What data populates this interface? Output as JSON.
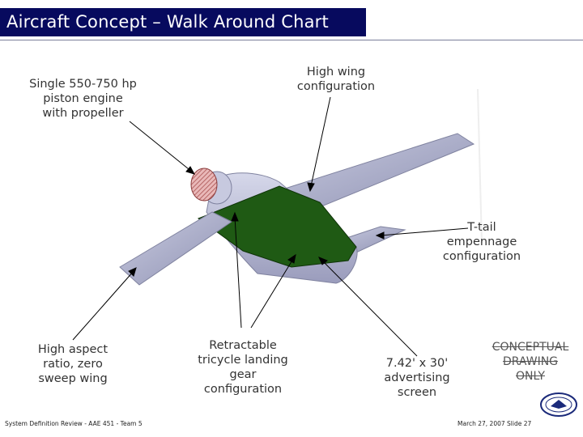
{
  "slide": {
    "title": "Aircraft Concept – Walk Around Chart",
    "stamp": "CONCEPTUAL\nDRAWING\nONLY",
    "footer_left": "System Definition Review - AAE 451 - Team 5",
    "footer_right": "March 27, 2007   Slide 27"
  },
  "callouts": {
    "engine": "Single 550-750 hp\npiston engine\nwith propeller",
    "high_wing": "High wing\nconfiguration",
    "tail": "T-tail\nempennage\nconfiguration",
    "wing_ratio": "High aspect\nratio, zero\nsweep wing",
    "gear": "Retractable\ntricycle landing\ngear\nconfiguration",
    "screen": "7.42' x 30'\nadvertising\nscreen"
  },
  "colors": {
    "title_bg": "#070a5e",
    "screen_green": "#1f5a14",
    "airframe": "#aeb0cc"
  }
}
